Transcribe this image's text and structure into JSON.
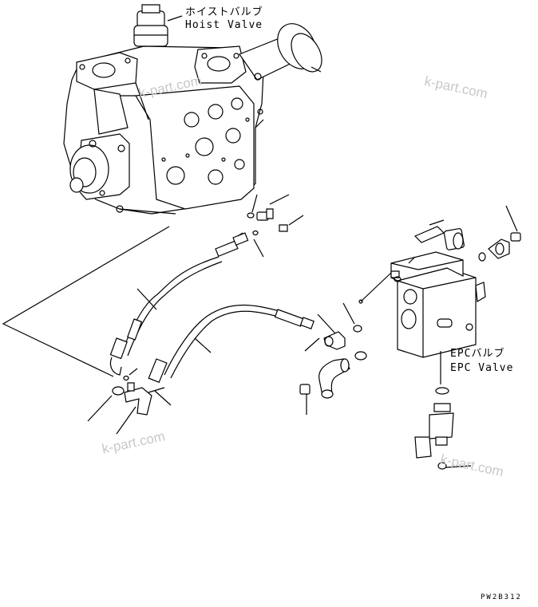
{
  "labels": {
    "hoist_jp": "ホイストバルブ",
    "hoist_en": "Hoist Valve",
    "epc_jp": "EPCバルブ",
    "epc_en": "EPC Valve"
  },
  "watermarks": [
    "k-part.com",
    "k-part.com",
    "k-part.com",
    "k-part.com"
  ],
  "drawing_code": "PW2B312",
  "colors": {
    "line": "#000000",
    "watermark": "#c8c8c8",
    "background": "#ffffff"
  }
}
